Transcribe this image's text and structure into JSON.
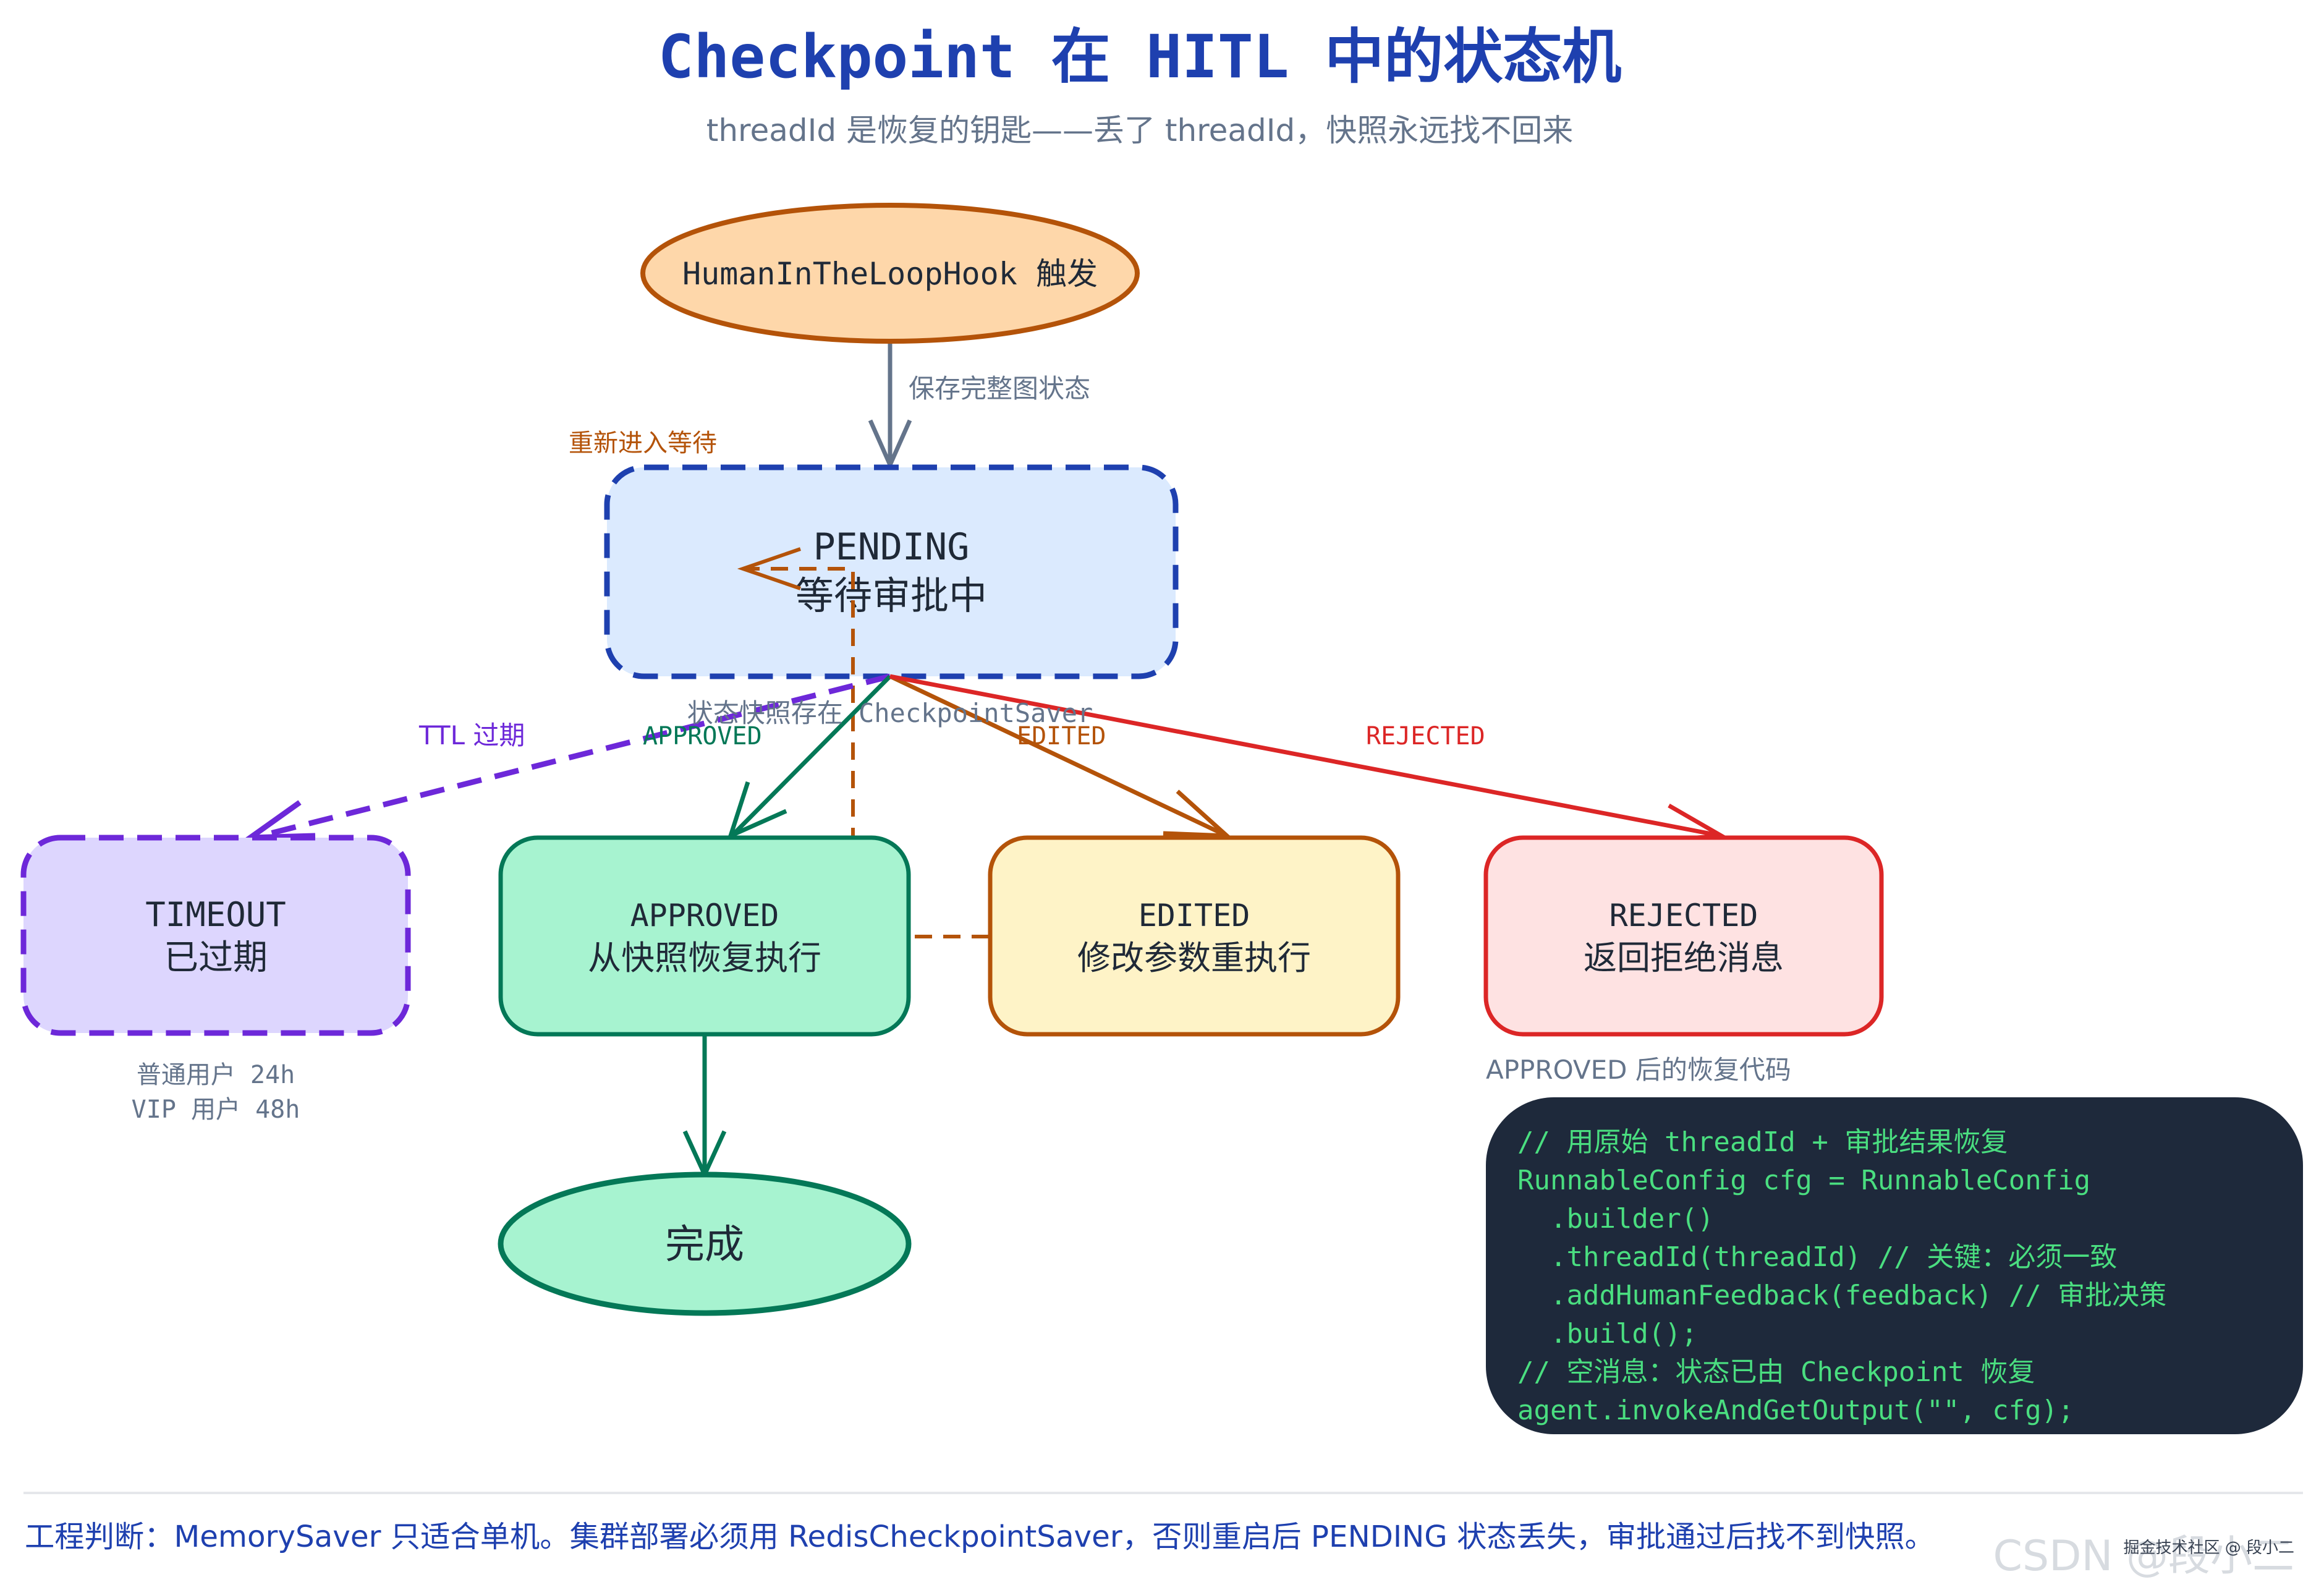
{
  "title": "Checkpoint 在 HITL 中的状态机",
  "subtitle": "threadId 是恢复的钥匙——丢了 threadId，快照永远找不回来",
  "colors": {
    "title": "#1e3a8a",
    "trigger_fill": "#fed7aa",
    "trigger_stroke": "#b45309",
    "pending_fill": "#dbeafe",
    "pending_stroke": "#1e40af",
    "timeout_fill": "#ddd6fe",
    "timeout_stroke": "#6d28d9",
    "approved_fill": "#a7f3d0",
    "approved_stroke": "#047857",
    "edited_fill": "#fef3c7",
    "edited_stroke": "#b45309",
    "rejected_fill": "#fee2e2",
    "rejected_stroke": "#dc2626",
    "gray": "#64748b",
    "code_bg": "#1e293b",
    "code_text": "#4ade80"
  },
  "nodes": {
    "trigger": "HumanInTheLoopHook 触发",
    "pending_title": "PENDING",
    "pending_sub": "等待审批中",
    "timeout_title": "TIMEOUT",
    "timeout_sub": "已过期",
    "approved_title": "APPROVED",
    "approved_sub": "从快照恢复执行",
    "edited_title": "EDITED",
    "edited_sub": "修改参数重执行",
    "rejected_title": "REJECTED",
    "rejected_sub": "返回拒绝消息",
    "done": "完成"
  },
  "edges": {
    "save_state": "保存完整图状态",
    "reenter": "重新进入等待",
    "ttl": "TTL 过期",
    "approved": "APPROVED",
    "edited": "EDITED",
    "rejected": "REJECTED",
    "snapshot_note": "状态快照存在 CheckpointSaver"
  },
  "timeout_note": [
    "普通用户 24h",
    "VIP 用户 48h"
  ],
  "code_caption": "APPROVED 后的恢复代码",
  "code_lines": [
    "// 用原始 threadId + 审批结果恢复",
    "RunnableConfig cfg = RunnableConfig",
    "  .builder()",
    "  .threadId(threadId) // 关键：必须一致",
    "  .addHumanFeedback(feedback) // 审批决策",
    "  .build();",
    "// 空消息：状态已由 Checkpoint 恢复",
    "agent.invokeAndGetOutput(\"\", cfg);"
  ],
  "footer": "工程判断：MemorySaver 只适合单机。集群部署必须用 RedisCheckpointSaver，否则重启后 PENDING 状态丢失，审批通过后找不到快照。",
  "watermark": "CSDN @段小二",
  "watermark_small": "掘金技术社区 @ 段小二"
}
